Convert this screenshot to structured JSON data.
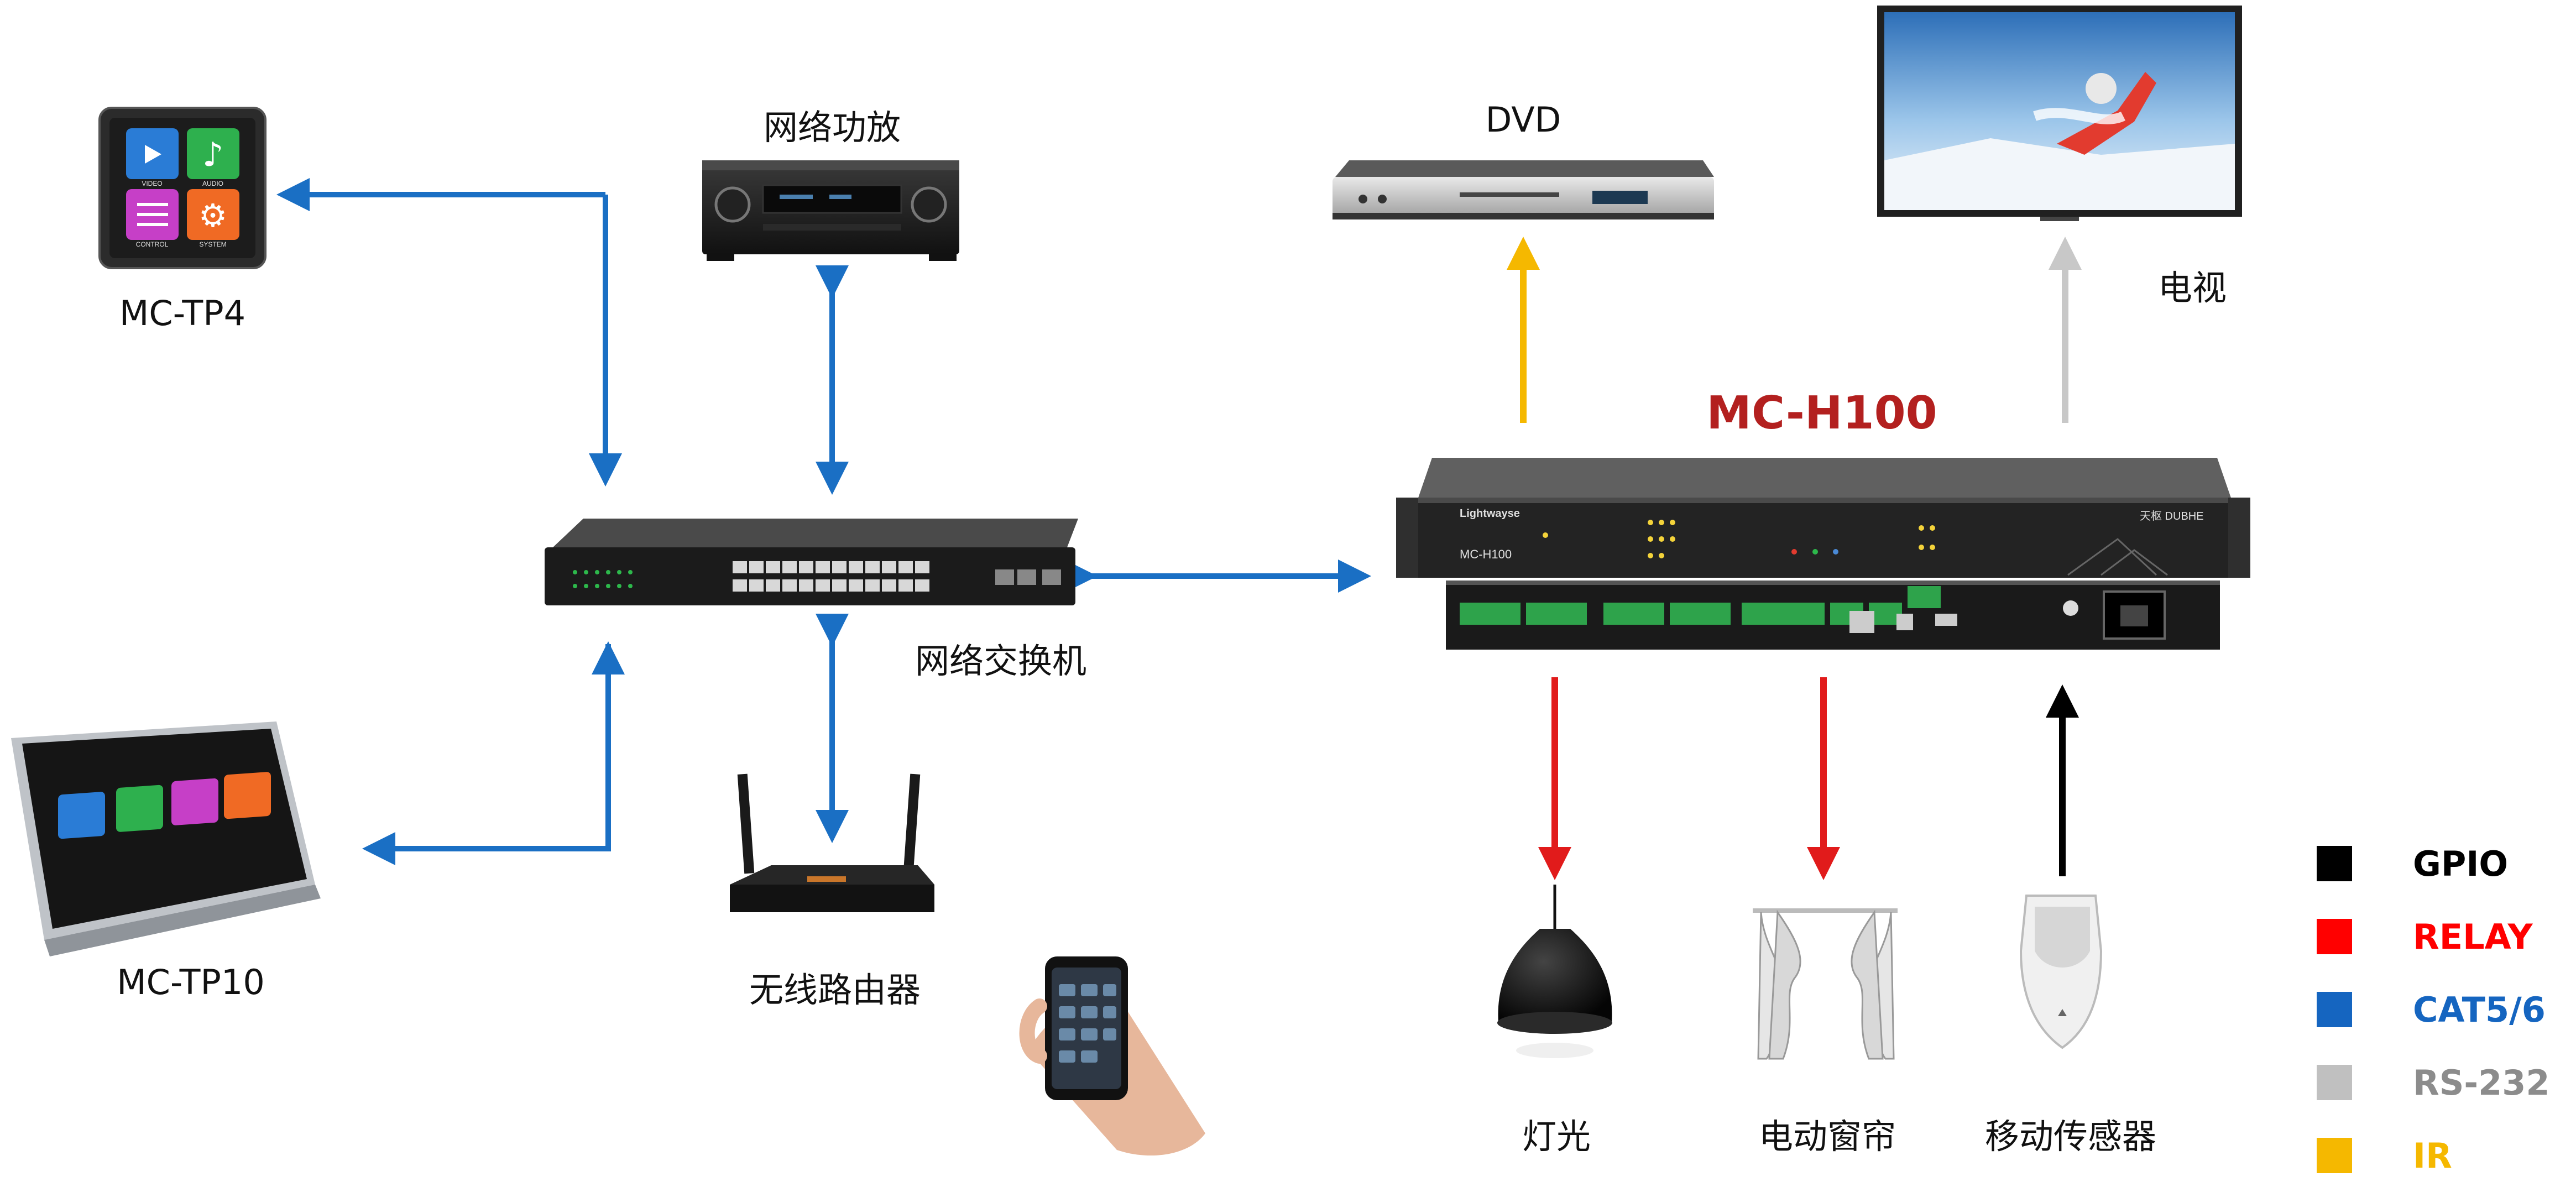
{
  "devices": {
    "tp4": "MC-TP4",
    "tp10": "MC-TP10",
    "amp": "网络功放",
    "switch": "网络交换机",
    "router": "无线路由器",
    "dvd": "DVD",
    "tv": "电视",
    "main": "MC-H100",
    "light": "灯光",
    "curtain": "电动窗帘",
    "sensor": "移动传感器"
  },
  "tp_icons": {
    "video": "VIDEO",
    "audio": "AUDIO",
    "control": "CONTROL",
    "system": "SYSTEM"
  },
  "host_panel": {
    "brand": "Lightwayse",
    "model": "MC-H100",
    "name": "天枢 DUBHE"
  },
  "legend": [
    {
      "label": "GPIO",
      "color": "#000000"
    },
    {
      "label": "RELAY",
      "color": "#ff0000"
    },
    {
      "label": "CAT5/6",
      "color": "#1565c0"
    },
    {
      "label": "RS-232",
      "color": "#8c8c8c"
    },
    {
      "label": "IR",
      "color": "#f5b800"
    }
  ],
  "colors": {
    "gpio": "#000000",
    "relay": "#e11b1b",
    "cat": "#1a6fc4",
    "rs232": "#c8c8c8",
    "ir": "#f5b800",
    "brand_red": "#b3201f"
  }
}
